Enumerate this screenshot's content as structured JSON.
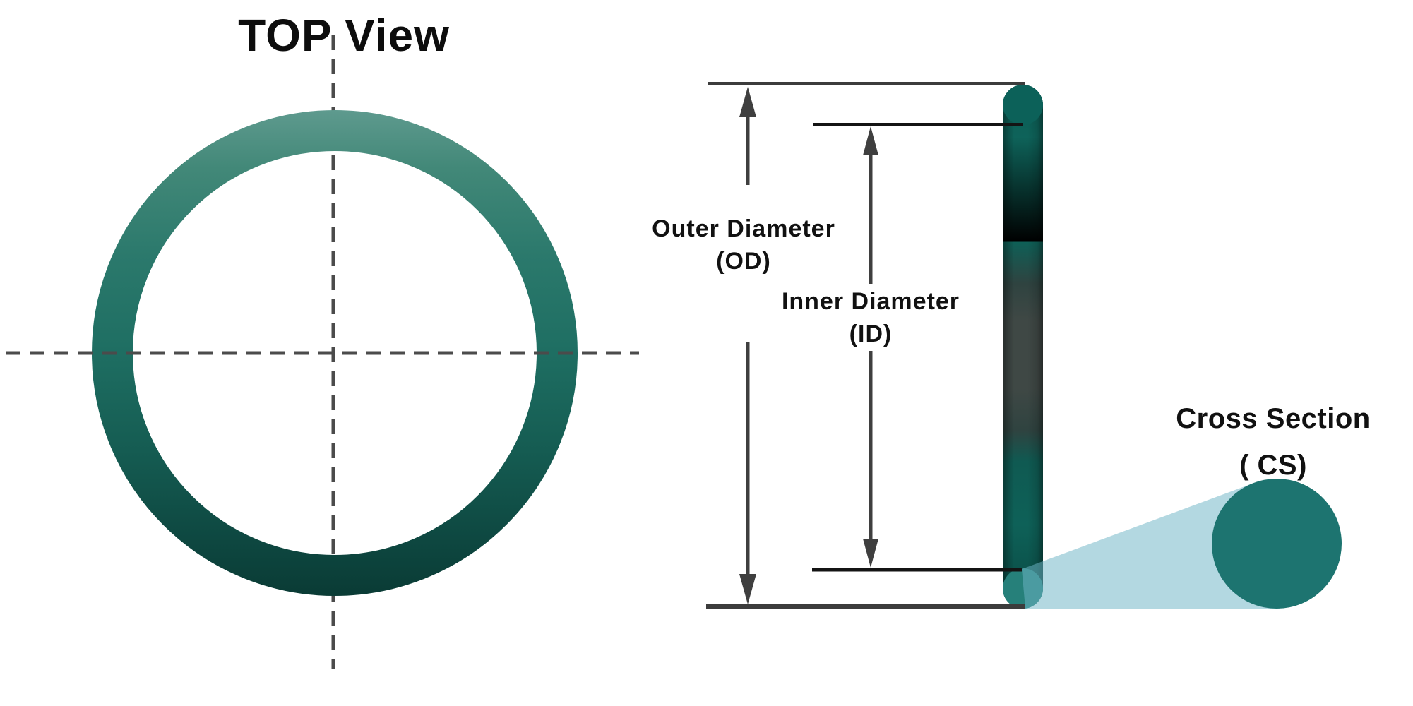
{
  "top_view": {
    "title": "TOP View"
  },
  "side_view": {
    "outer_diameter": {
      "line1": "Outer Diameter",
      "line2": "(OD)"
    },
    "inner_diameter": {
      "line1": "Inner Diameter",
      "line2": "(ID)"
    },
    "cross_section": {
      "line1": "Cross Section",
      "line2": "( CS)"
    }
  },
  "colors": {
    "background": "#ffffff",
    "oring_teal_mid": "#1e6e62",
    "oring_teal_light": "#5e9a8e",
    "oring_teal_dark": "#0a3b35",
    "cylinder_teal": "#0d635a",
    "cylinder_dark_band": "#3f4845",
    "cylinder_top_cap": "#0c6159",
    "cylinder_bottom_cap": "#26807a",
    "cross_section_circle": "#1d7470",
    "magnifier_cone_light_blue": "#b7dae2",
    "dimension_line_gray": "#3c3c3c",
    "arrow_gray": "#3f3f3f",
    "id_line_black": "#141414",
    "dashed_centerline_gray": "#4b4b4b",
    "text_black": "#111111"
  }
}
